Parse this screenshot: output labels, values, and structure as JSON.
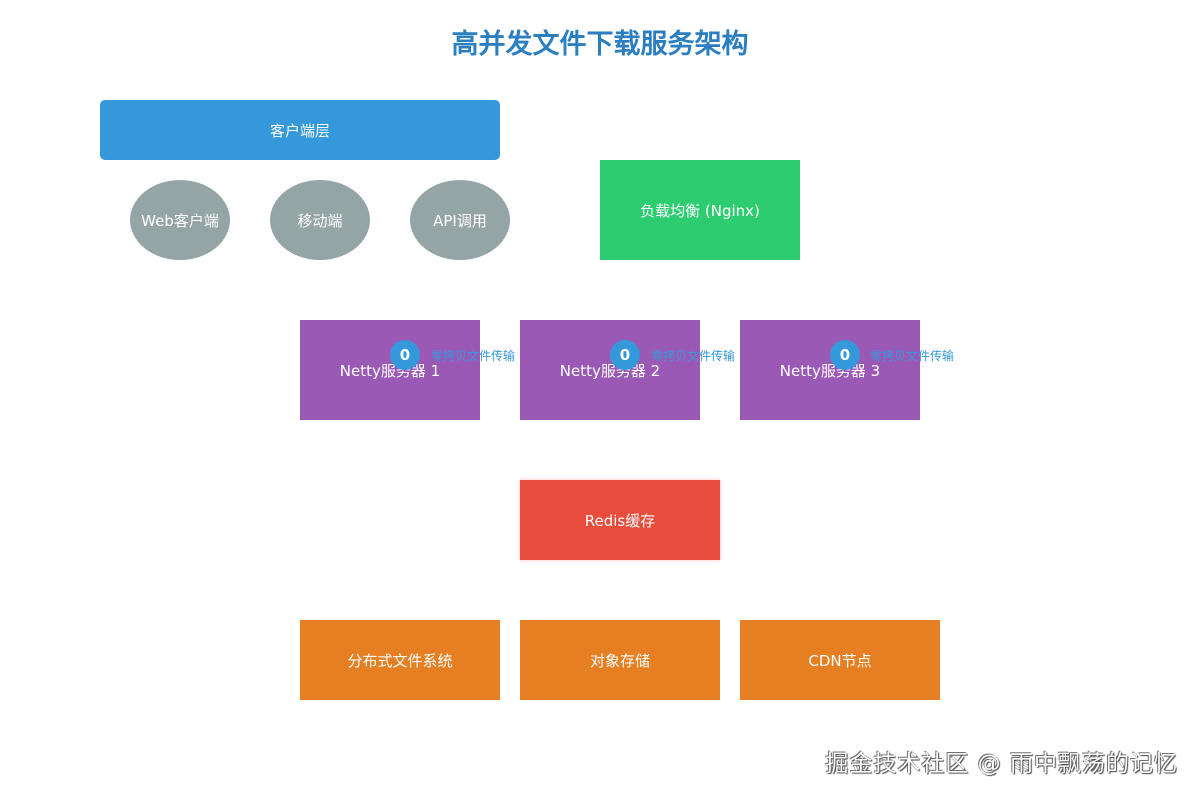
{
  "title": "高并发文件下载服务架构",
  "client_layer": {
    "label": "客户端层",
    "clients": [
      "Web客户端",
      "移动端",
      "API调用"
    ]
  },
  "load_balancer": {
    "label": "负载均衡 (Nginx)"
  },
  "netty_servers": [
    {
      "label": "Netty服务器 1",
      "badge": "0",
      "badge_label": "零拷贝文件传输"
    },
    {
      "label": "Netty服务器 2",
      "badge": "0",
      "badge_label": "零拷贝文件传输"
    },
    {
      "label": "Netty服务器 3",
      "badge": "0",
      "badge_label": "零拷贝文件传输"
    }
  ],
  "cache": {
    "label": "Redis缓存"
  },
  "storage": [
    "分布式文件系统",
    "对象存储",
    "CDN节点"
  ],
  "watermark": "掘金技术社区 @ 雨中飘荡的记忆",
  "colors": {
    "title": "#2b7fc0",
    "client_layer": "#3498db",
    "client": "#95a5a6",
    "load_balancer": "#2ecc71",
    "netty": "#9b59b6",
    "cache": "#e74c3c",
    "storage": "#e67e22",
    "badge": "#3498db"
  }
}
